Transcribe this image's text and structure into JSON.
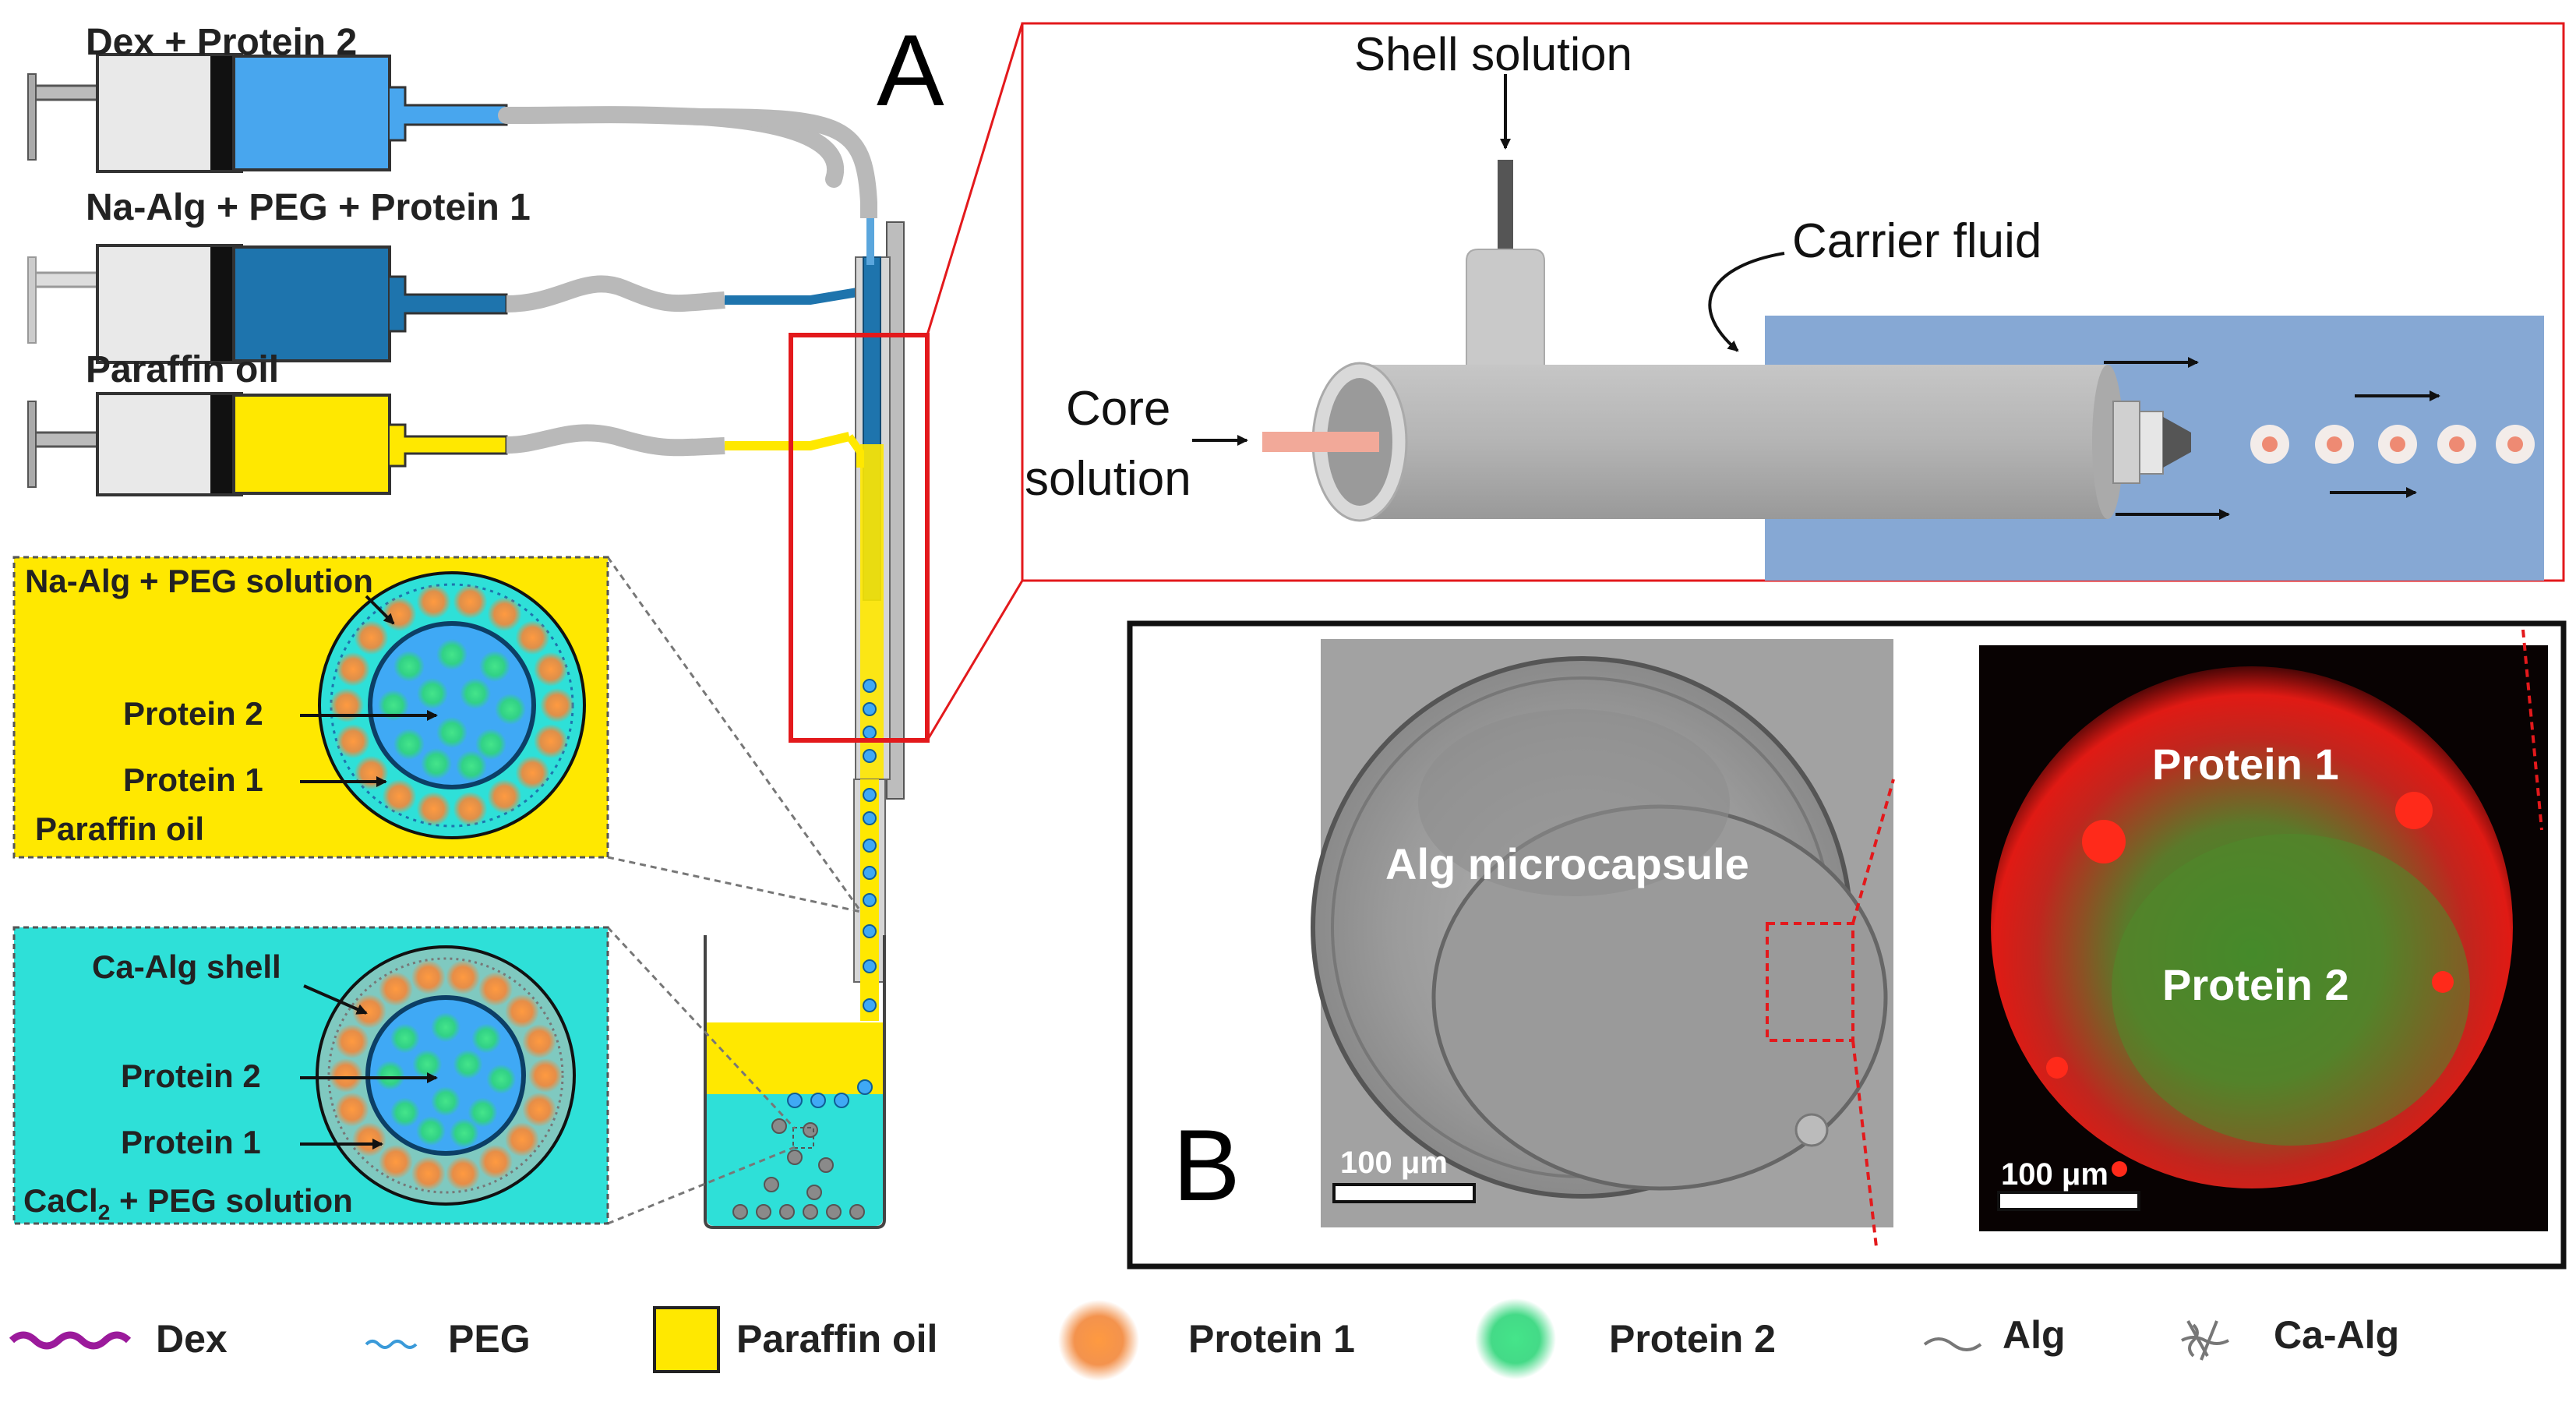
{
  "panel_a": {
    "label": "A",
    "syringes": {
      "dex_protein2": "Dex + Protein 2",
      "na_alg_peg_protein1": "Na-Alg + PEG + Protein 1",
      "paraffin_oil": "Paraffin oil"
    },
    "droplet_box": {
      "solution_label": "Na-Alg + PEG solution",
      "protein2": "Protein 2",
      "protein1": "Protein 1",
      "oil": "Paraffin oil"
    },
    "capsule_box": {
      "shell": "Ca-Alg shell",
      "protein2": "Protein 2",
      "protein1": "Protein 1",
      "solution_prefix": "CaCl",
      "solution_sub": "2",
      "solution_suffix": " + PEG solution"
    },
    "zoom": {
      "shell_solution": "Shell solution",
      "carrier_fluid": "Carrier fluid",
      "core_line1": "Core",
      "core_line2": "solution"
    }
  },
  "panel_b": {
    "label": "B",
    "brightfield_label": "Alg microcapsule",
    "fluor_protein1": "Protein 1",
    "fluor_protein2": "Protein 2",
    "scale_bar_left": "100 μm",
    "scale_bar_right": "100 μm"
  },
  "legend": [
    {
      "label": "Dex",
      "icon": "dex-wave-icon",
      "color": "#9b1a9b"
    },
    {
      "label": "PEG",
      "icon": "peg-wave-icon",
      "color": "#3a9ad9"
    },
    {
      "label": "Paraffin oil",
      "icon": "paraffin-square-icon",
      "color": "#ffe800"
    },
    {
      "label": "Protein 1",
      "icon": "protein1-icon",
      "color": "#f08a30"
    },
    {
      "label": "Protein 2",
      "icon": "protein2-icon",
      "color": "#2fd27a"
    },
    {
      "label": "Alg",
      "icon": "alg-line-icon",
      "color": "#777777"
    },
    {
      "label": "Ca-Alg",
      "icon": "ca-alg-icon",
      "color": "#777777"
    }
  ],
  "colors": {
    "accent_red": "#e3191c",
    "light_blue": "#3fa9f5",
    "dark_blue": "#1a6fa3",
    "yellow": "#ffe800",
    "cyan": "#2ee0d8",
    "carrier_blue": "#86a8d4"
  }
}
